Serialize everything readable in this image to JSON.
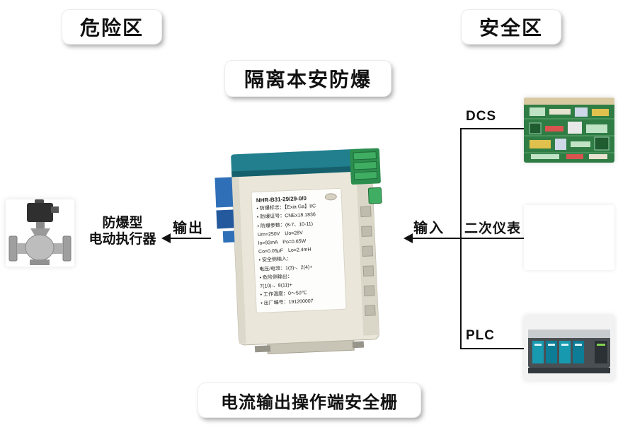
{
  "zones": {
    "hazard": "危险区",
    "safe": "安全区"
  },
  "banners": {
    "top": "隔离本安防爆",
    "bottom": "电流输出操作端安全栅"
  },
  "device": {
    "label_lines": [
      "NHR-B31-29/29-0/0",
      "• 防爆标志：【Exia Ga】IIC",
      "• 防爆证号：CNEx18.1836",
      "• 防爆参数：(8-7、10-11)",
      "Um=250V　Uo=28V",
      "Io=93mA　Po=0.65W",
      "Co=0.05μF　Lo=2.4mH",
      "• 安全侧输入：",
      "电压/电流：1(3)-、2(4)+",
      "• 危险侧输出：",
      "7(10)-、8(11)+",
      "• 工作温度：0～50℃",
      "• 出厂编号：191200007"
    ]
  },
  "left_side": {
    "actuator_line1": "防爆型",
    "actuator_line2": "电动执行器",
    "output_label": "输出"
  },
  "right_side": {
    "input_label": "输入",
    "branches": [
      {
        "label": "DCS"
      },
      {
        "label": "二次仪表"
      },
      {
        "label": "PLC"
      }
    ]
  },
  "colors": {
    "line": "#111111",
    "device_body": "#eae6d9",
    "device_top": "#217f8e",
    "clamp_blue": "#2f6fb8",
    "terminal_green": "#3fae62",
    "pcb_green": "#2f7d45",
    "plc_teal": "#179ab0"
  }
}
